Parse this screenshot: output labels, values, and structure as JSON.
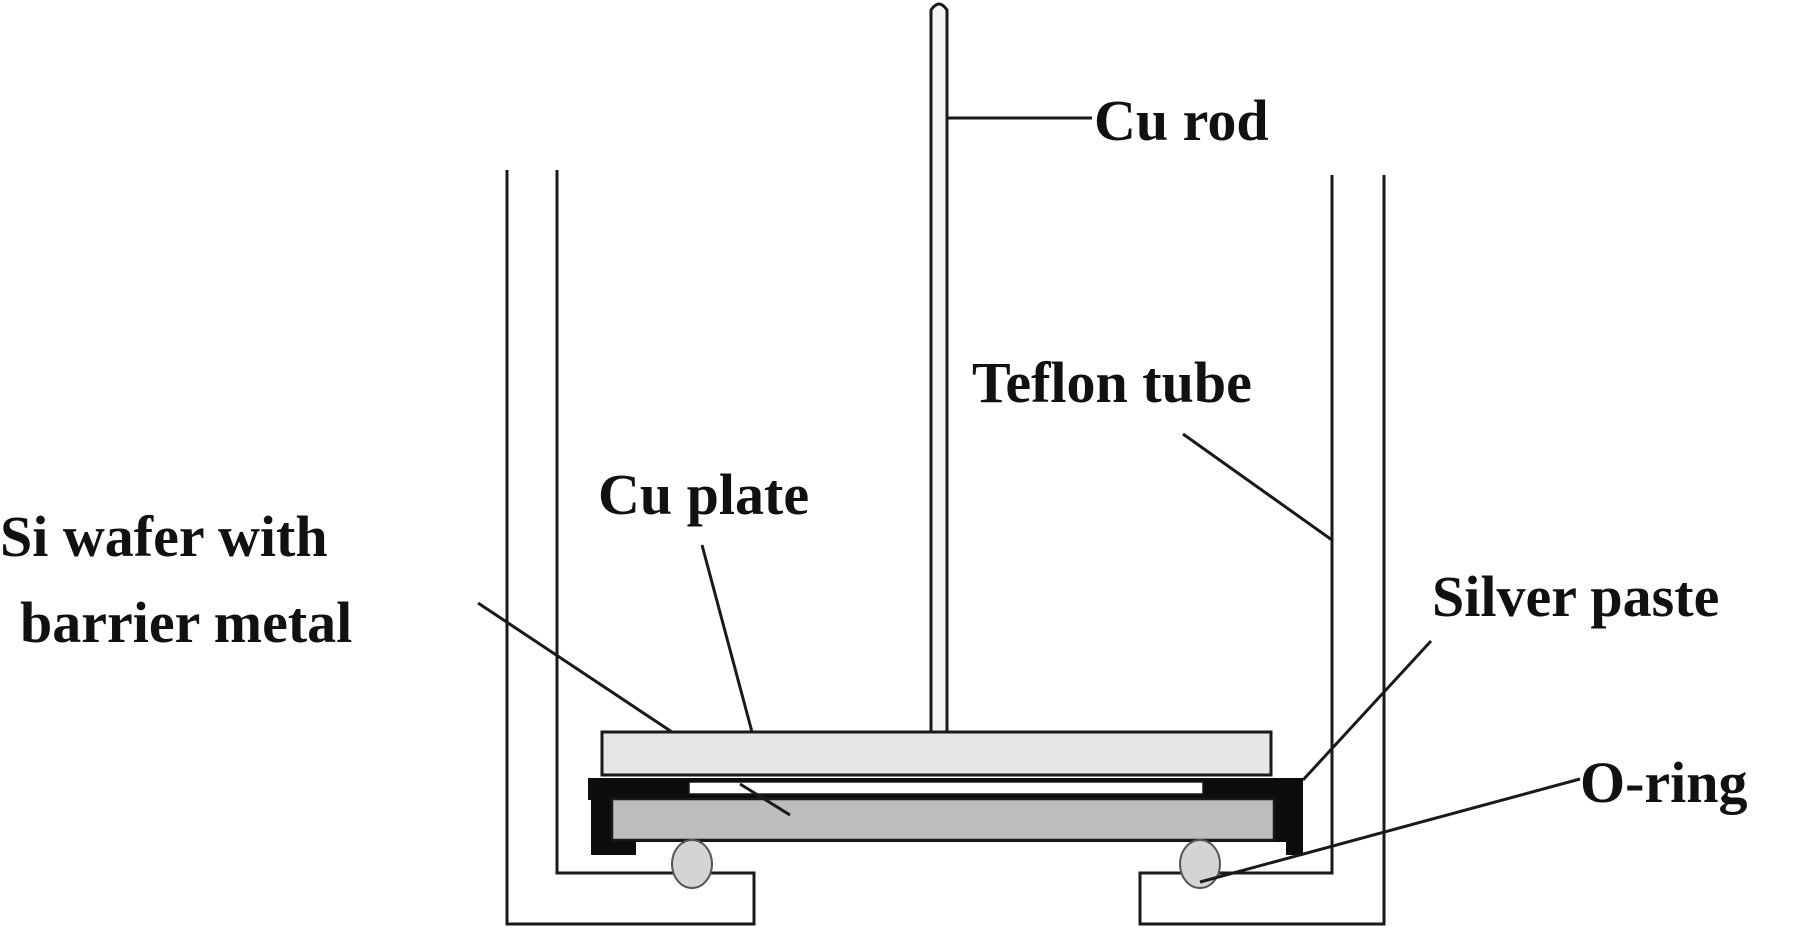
{
  "figure": {
    "type": "cross-section schematic",
    "labels": {
      "cu_rod": "Cu rod",
      "teflon_tube": "Teflon tube",
      "cu_plate": "Cu plate",
      "si_wafer_line1": "Si wafer with",
      "si_wafer_line2": "barrier metal",
      "silver_paste": "Silver paste",
      "o_ring": "O-ring"
    },
    "colors": {
      "line": "#1a1a1a",
      "cu_plate_fill": "#e6e6e6",
      "si_wafer_fill": "#bdbdbd",
      "silver_paste_fill": "#0d0d0d",
      "o_ring_fill": "#d4d4d4",
      "background": "#ffffff"
    }
  }
}
